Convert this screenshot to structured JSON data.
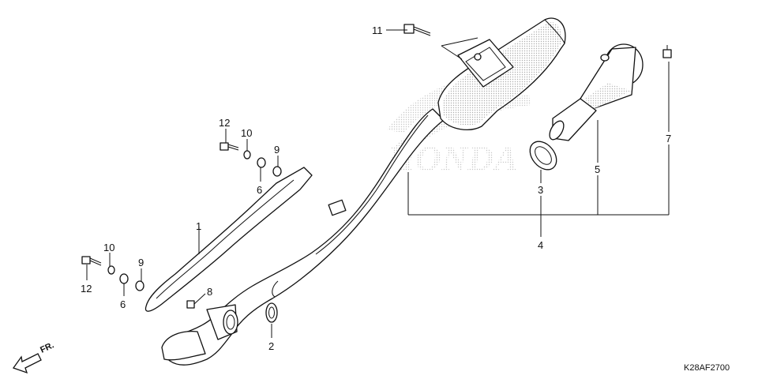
{
  "diagram": {
    "code": "K28AF2700",
    "front_marker": "FR.",
    "watermark": "HONDA",
    "colors": {
      "ink": "#111111",
      "watermark": "#c8c8c8"
    },
    "callouts": {
      "c1": "1",
      "c2": "2",
      "c3": "3",
      "c4": "4",
      "c5": "5",
      "c6a": "6",
      "c6b": "6",
      "c7": "7",
      "c8": "8",
      "c9a": "9",
      "c9b": "9",
      "c10a": "10",
      "c10b": "10",
      "c11": "11",
      "c12a": "12",
      "c12b": "12"
    }
  }
}
